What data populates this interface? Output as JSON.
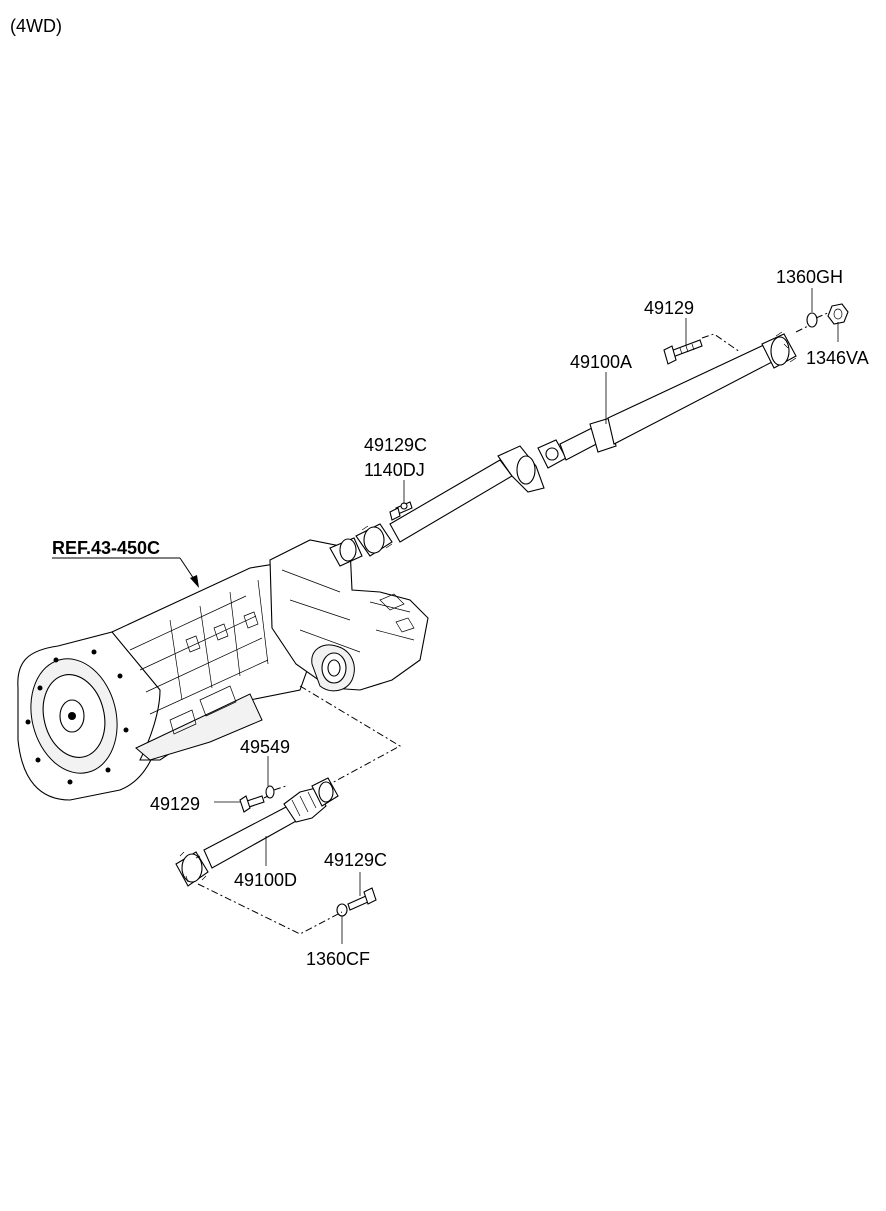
{
  "header": {
    "variant": "(4WD)"
  },
  "reference": {
    "label": "REF.43-450C"
  },
  "parts": {
    "front_shaft_bolt": "49129",
    "nut": "1360GH",
    "nut_washer": "1346VA",
    "rear_propeller_shaft": "49100A",
    "center_bolt": "49129C",
    "center_bracket_bolt": "1140DJ",
    "front_washer": "49549",
    "front_bolt": "49129",
    "front_propeller_shaft": "49100D",
    "lower_bolt": "49129C",
    "lower_nut": "1360CF"
  }
}
